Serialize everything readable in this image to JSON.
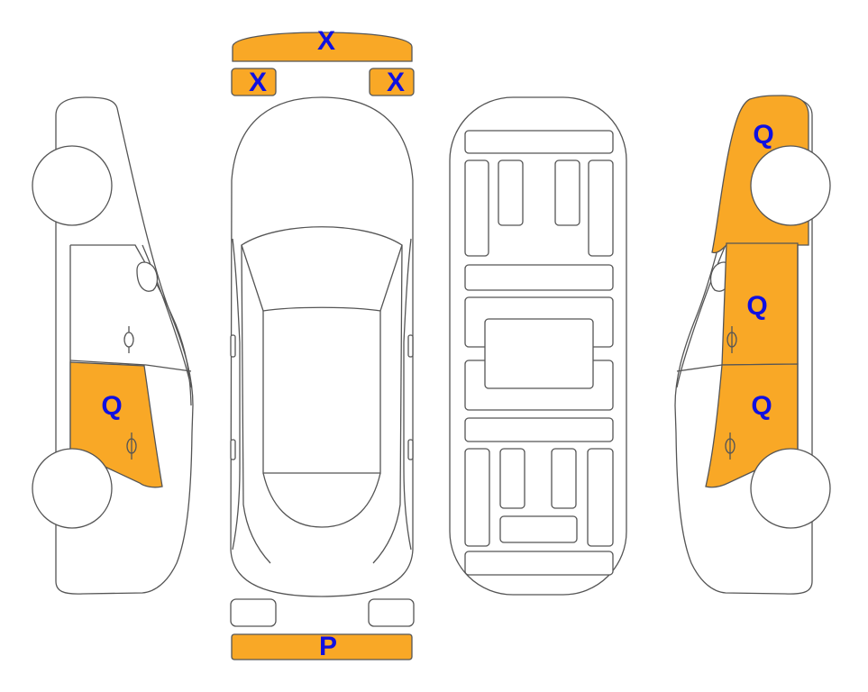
{
  "colors": {
    "damage_fill": "#f9a826",
    "label_text": "#1010e0",
    "outline": "#555555",
    "background": "#ffffff"
  },
  "views": {
    "left_side": "car-left-side-view",
    "top": "car-top-view",
    "underside": "car-underside-view",
    "right_side": "car-right-side-view"
  },
  "panels": {
    "front_bumper": {
      "code": "X",
      "damaged": true
    },
    "front_left_light": {
      "code": "X",
      "damaged": true
    },
    "front_right_light": {
      "code": "X",
      "damaged": true
    },
    "rear_left_light": {
      "code": "",
      "damaged": false
    },
    "rear_right_light": {
      "code": "",
      "damaged": false
    },
    "rear_bumper": {
      "code": "P",
      "damaged": true
    },
    "left_rear_door": {
      "code": "Q",
      "damaged": true
    },
    "right_front_fender": {
      "code": "Q",
      "damaged": true
    },
    "right_front_door": {
      "code": "Q",
      "damaged": true
    },
    "right_rear_door": {
      "code": "Q",
      "damaged": true
    }
  }
}
